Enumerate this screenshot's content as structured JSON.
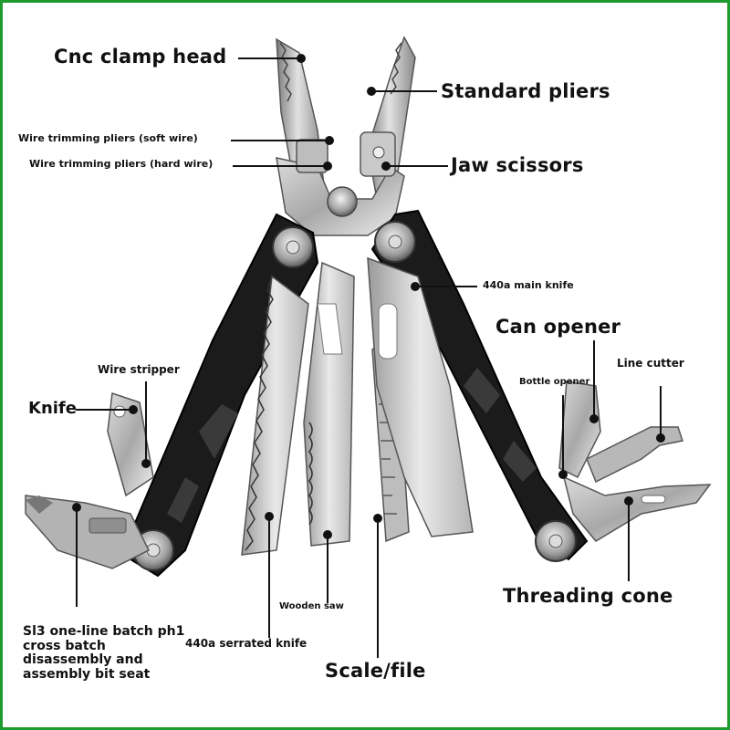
{
  "image": {
    "background": "#ffffff",
    "frame_color": "#1f9a2e",
    "subject": "multitool"
  },
  "labels": {
    "cnc_clamp_head": "Cnc clamp head",
    "standard_pliers": "Standard pliers",
    "wire_trim_soft": "Wire trimming pliers (soft wire)",
    "wire_trim_hard": "Wire trimming pliers (hard wire)",
    "jaw_scissors": "Jaw scissors",
    "main_knife": "440a main knife",
    "can_opener": "Can opener",
    "wire_stripper": "Wire stripper",
    "bottle_opener": "Bottle opener",
    "line_cutter": "Line cutter",
    "knife": "Knife",
    "threading_cone": "Threading cone",
    "wooden_saw": "Wooden saw",
    "bit_seat": "Sl3 one-line batch ph1 cross batch disassembly and assembly bit seat",
    "serrated_knife": "440a serrated knife",
    "scale_file": "Scale/file"
  }
}
